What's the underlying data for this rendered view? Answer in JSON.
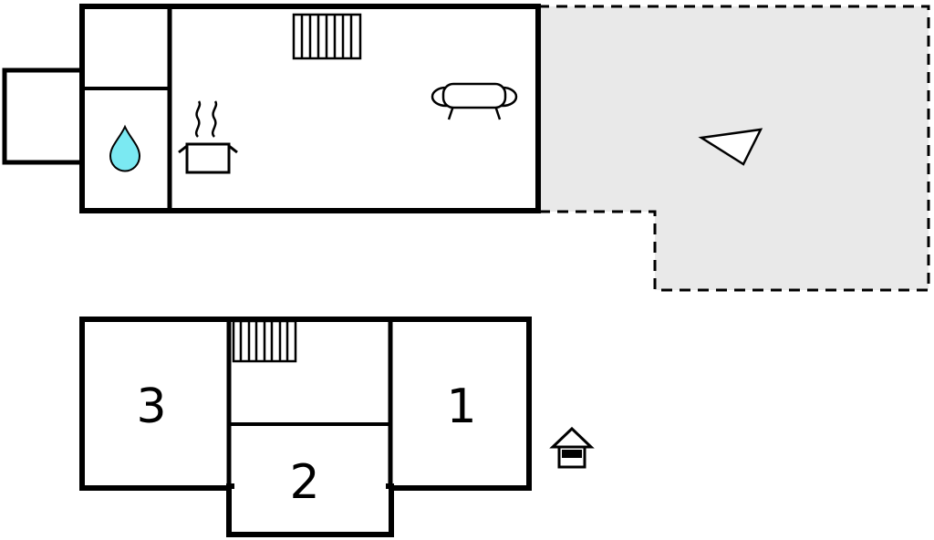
{
  "floorplan": {
    "terrace": {
      "fill_color": "#e9e9e9",
      "border_style": "dashed"
    },
    "colors": {
      "wall": "#000000",
      "water_drop": "#7be9f2",
      "background": "#ffffff"
    },
    "upper_floor": {
      "icons": [
        {
          "name": "staircase-icon"
        },
        {
          "name": "steam-pot-icon"
        },
        {
          "name": "sofa-icon"
        },
        {
          "name": "water-drop-icon"
        }
      ]
    },
    "lower_floor": {
      "rooms": [
        {
          "label": "3"
        },
        {
          "label": "1"
        },
        {
          "label": "2"
        }
      ],
      "icons": [
        {
          "name": "staircase-icon"
        },
        {
          "name": "house-icon"
        }
      ]
    },
    "compass": {
      "name": "direction-arrow-icon"
    }
  }
}
